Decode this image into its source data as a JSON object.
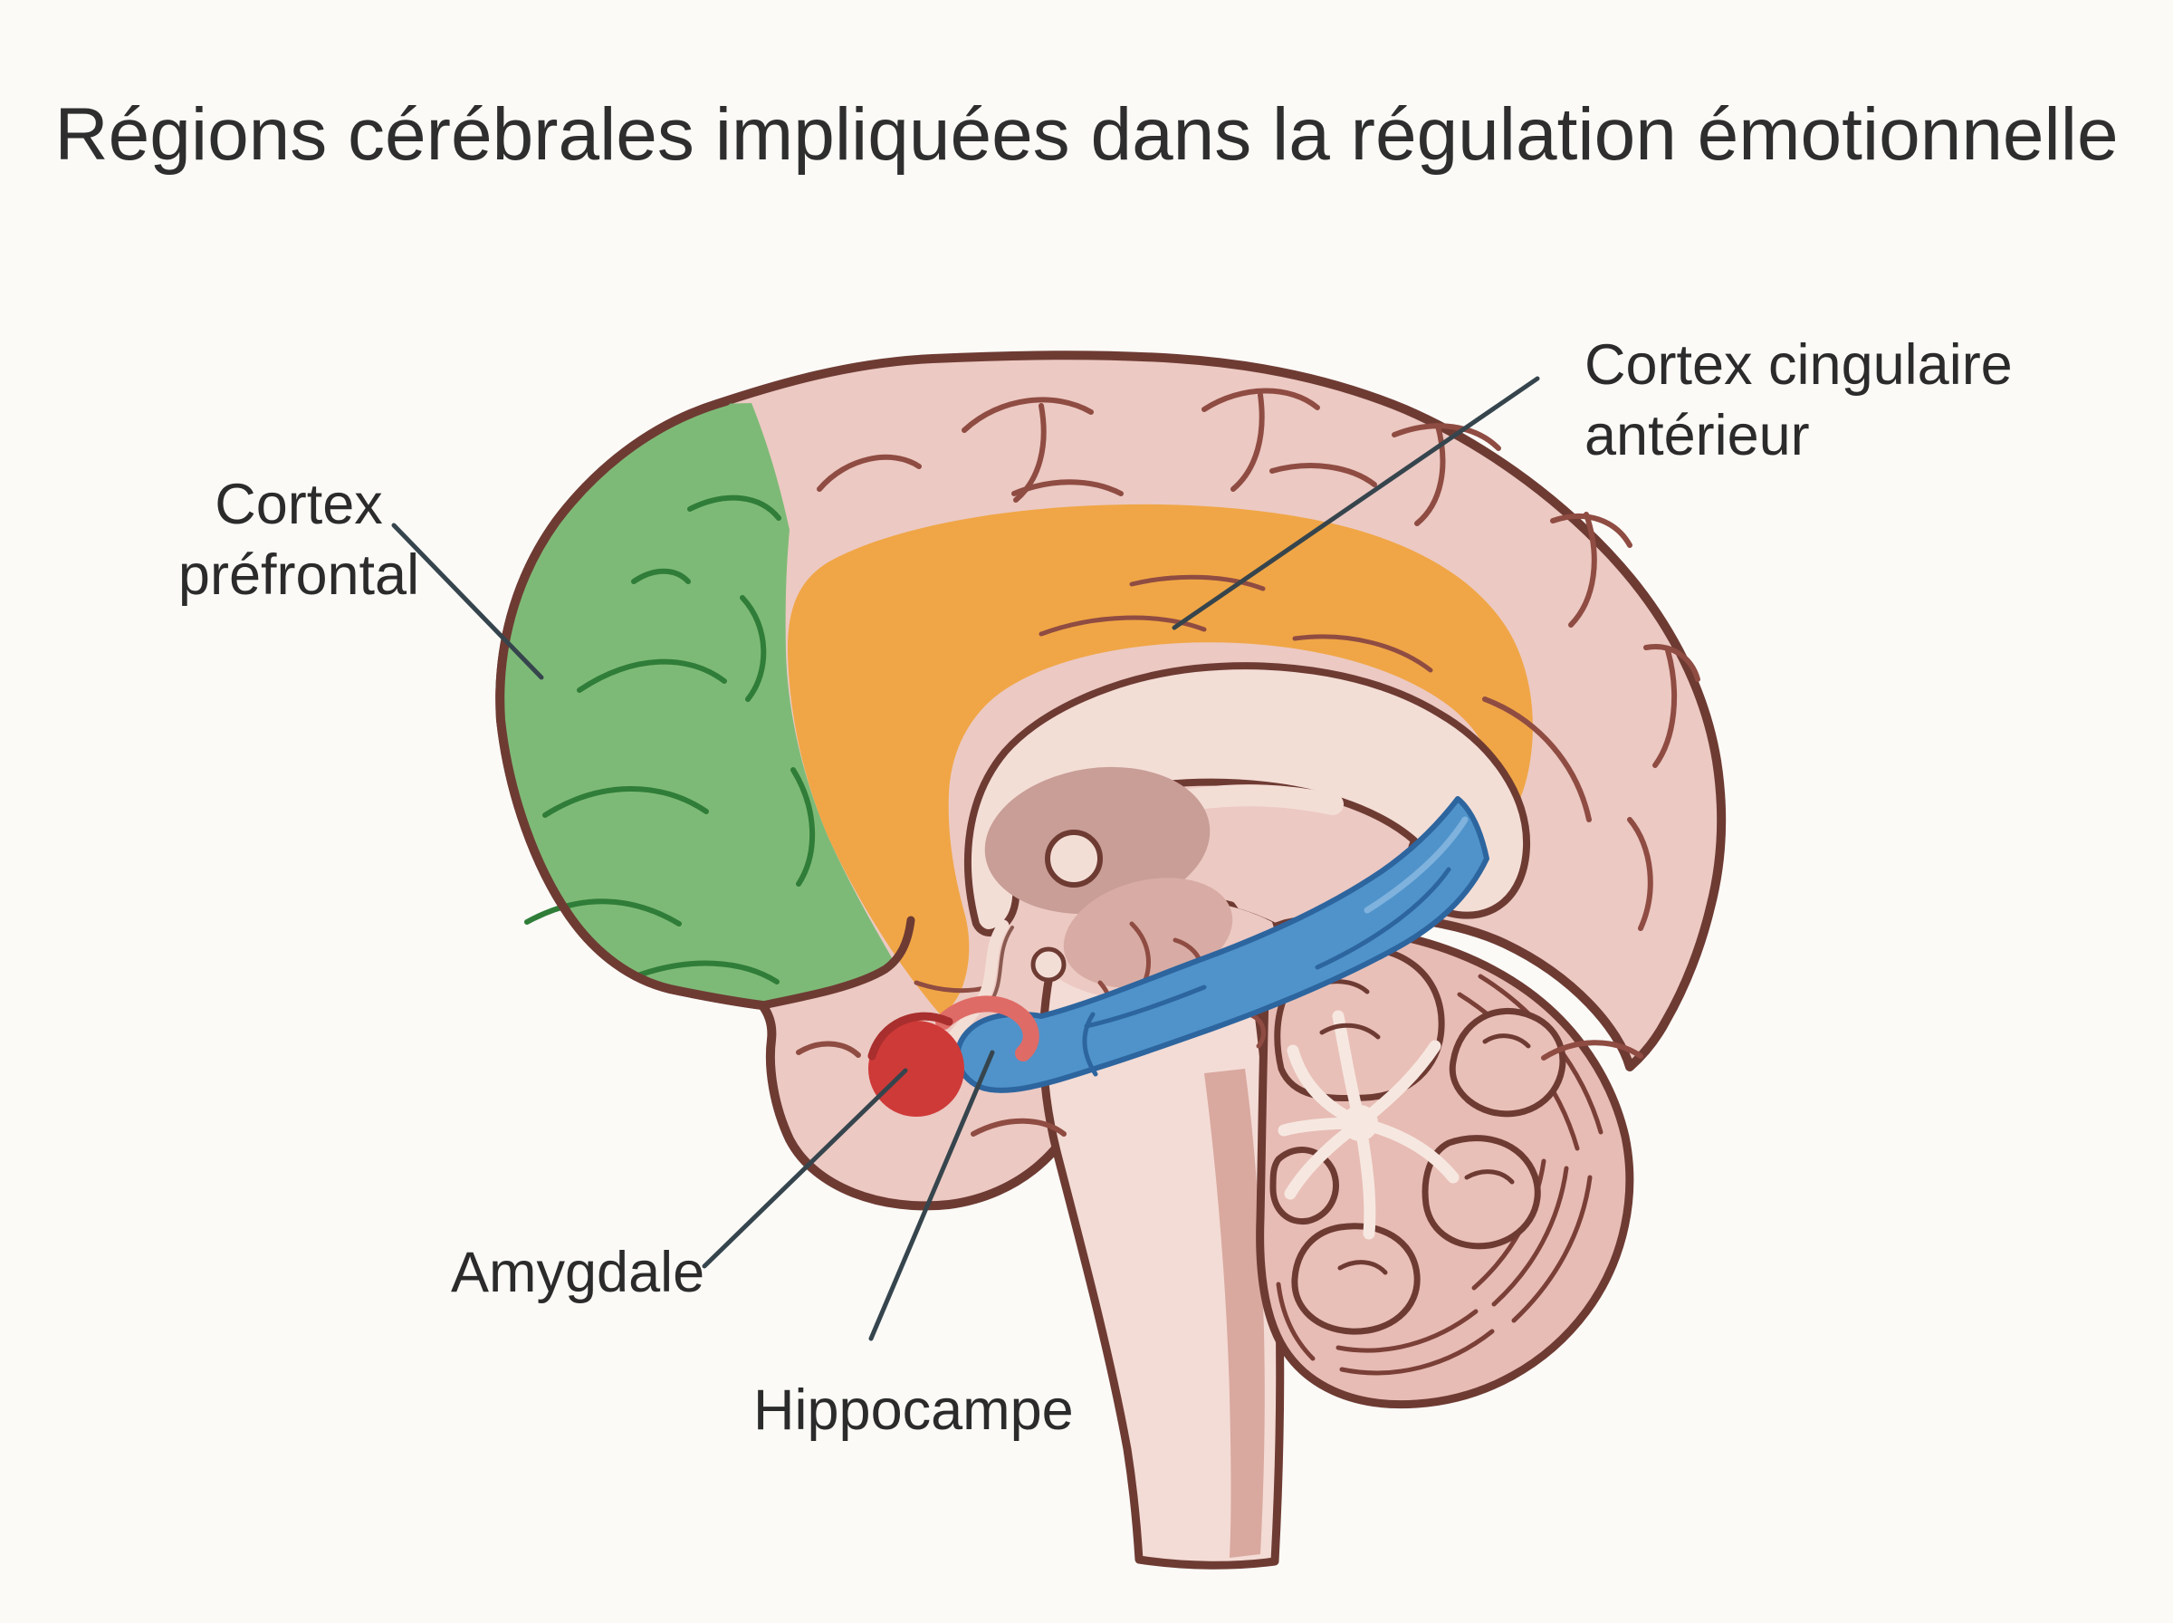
{
  "title": "Régions cérébrales impliquées dans la régulation émotionnelle",
  "diagram": {
    "type": "brain-sagittal-anatomy",
    "labels": {
      "prefrontal": {
        "text": "Cortex préfrontal",
        "points_to": "green frontal cortex region"
      },
      "cingulate": {
        "text": "Cortex cingulaire antérieur",
        "points_to": "orange cingulate band region"
      },
      "amygdala": {
        "text": "Amygdale",
        "points_to": "red round structure"
      },
      "hippocampus": {
        "text": "Hippocampe",
        "points_to": "blue curved structure"
      }
    }
  },
  "colors": {
    "prefrontal_green": "#7eba77",
    "green_sulci": "#2f7d38",
    "cingulate_orange": "#f0a646",
    "amygdala_red": "#ce3a38",
    "amygdala_red_dark": "#a82f2d",
    "amygdala_loop_light": "#df6b66",
    "hippocampus_blue": "#4f93ca",
    "hippocampus_blue_dark": "#2d659f",
    "brain_pink": "#ecc9c3",
    "brain_pink_light": "#f3dcd5",
    "cream": "#f3ded6",
    "thalamus_mauve": "#c89e97",
    "cerebellum_pink": "#e7bcb4",
    "outline_brown": "#6e3b33",
    "sulci_brown": "#8f4c42",
    "background": "#fbfaf7",
    "text_dark": "#2b2b2b",
    "pointer_line": "#36454d"
  }
}
